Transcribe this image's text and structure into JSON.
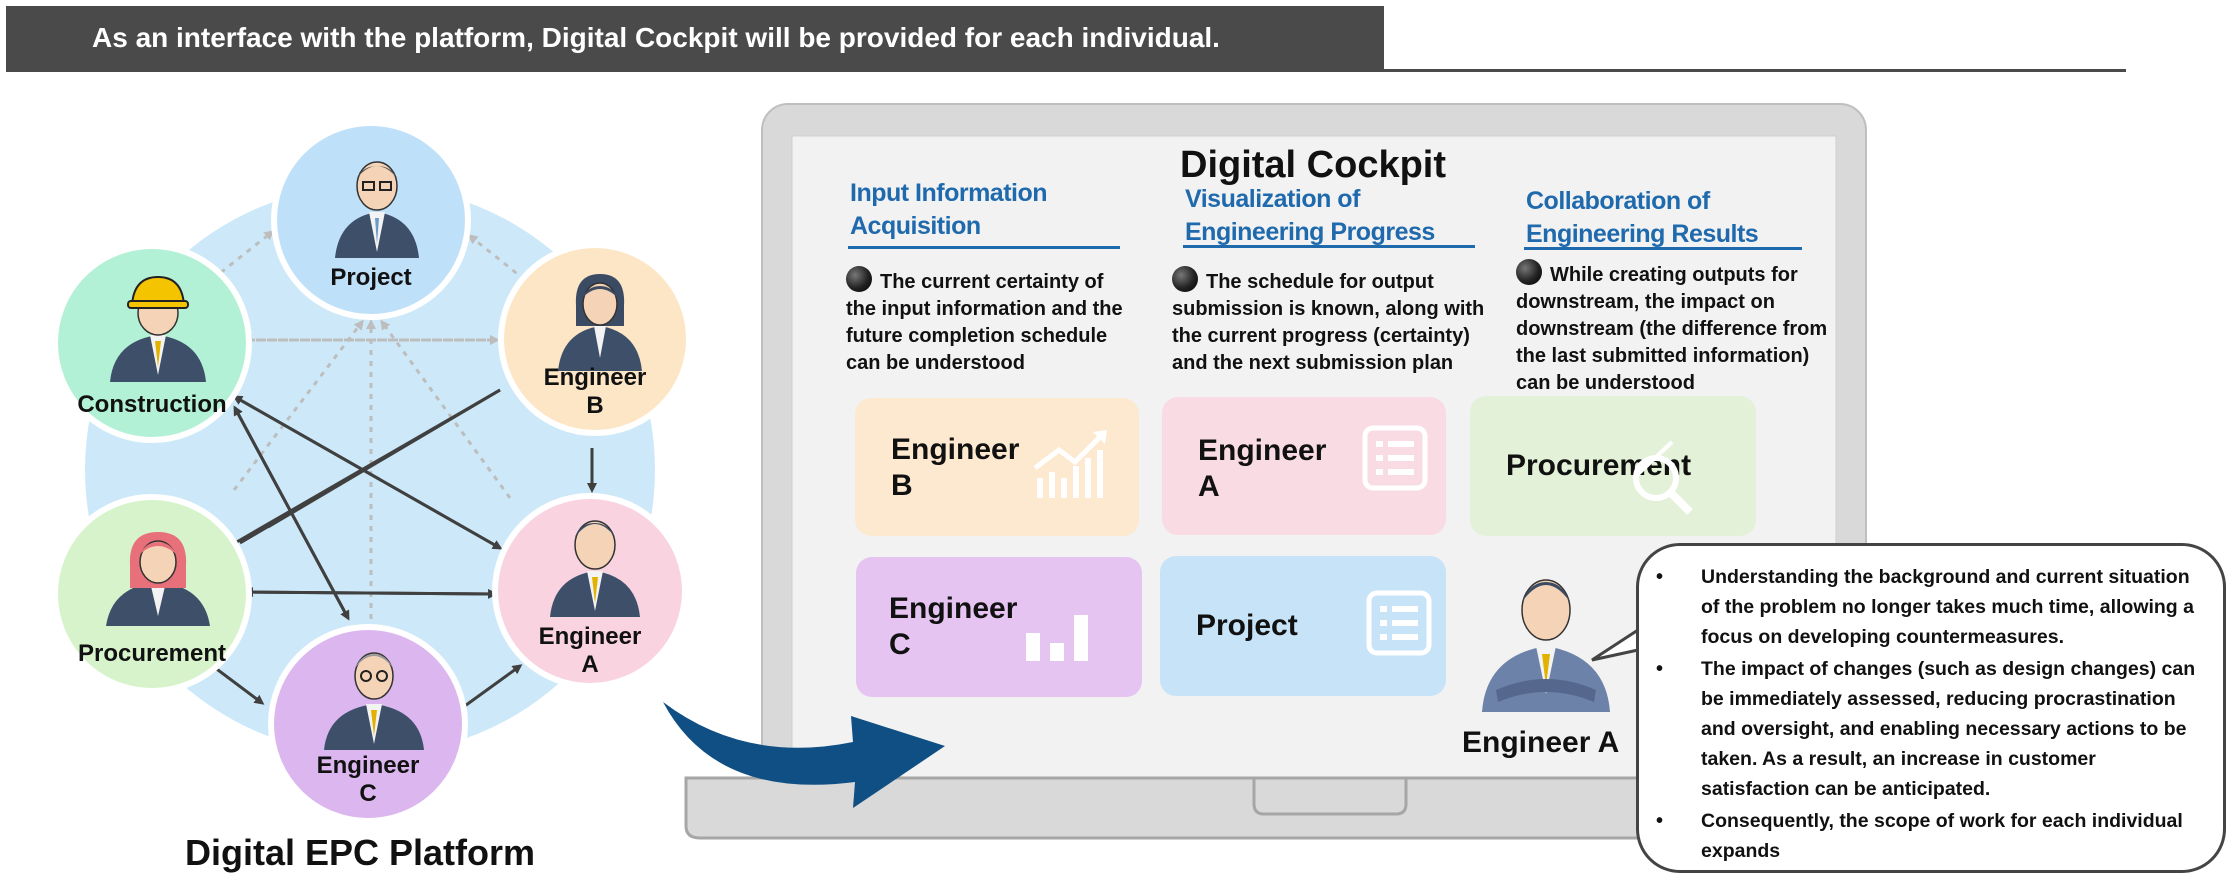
{
  "header": {
    "text": "As an interface with the platform, Digital Cockpit will be provided for each individual."
  },
  "platform": {
    "title": "Digital EPC Platform",
    "nodes": {
      "project": "Project",
      "engineer_b": "Engineer\nB",
      "engineer_a": "Engineer\nA",
      "engineer_c": "Engineer\nC",
      "procurement": "Procurement",
      "construction": "Construction"
    }
  },
  "cockpit": {
    "title": "Digital Cockpit",
    "columns": [
      {
        "title": "Input Information\nAcquisition",
        "description": "The current certainty of the input information and the future completion schedule can be understood"
      },
      {
        "title": "Visualization of\nEngineering Progress",
        "description": "The schedule for output submission is known, along with the current progress (certainty) and the next submission plan"
      },
      {
        "title": "Collaboration of\nEngineering Results",
        "description": "While creating outputs for downstream, the impact on downstream (the difference from the last submitted information) can be understood"
      }
    ],
    "cards": [
      {
        "label": "Engineer\nB",
        "color": "#fde9cf",
        "icon": "chart-line-icon"
      },
      {
        "label": "Engineer\nA",
        "color": "#f9dbe4",
        "icon": "list-icon"
      },
      {
        "label": "Procurement",
        "color": "#e3f1d8",
        "icon": "search-icon"
      },
      {
        "label": "Engineer\nC",
        "color": "#e5c4f1",
        "icon": "bar-chart-icon"
      },
      {
        "label": "Project",
        "color": "#c7e3f8",
        "icon": "list-icon"
      }
    ],
    "person_label": "Engineer A"
  },
  "callout": {
    "items": [
      "Understanding the background and current situation of the problem no longer takes much time, allowing a focus on developing countermeasures.",
      "The impact of changes (such as design changes) can be immediately assessed, reducing procrastination and oversight, and enabling necessary actions to be taken. As a result, an increase in customer satisfaction can be anticipated.",
      "Consequently, the scope of work for each individual expands"
    ]
  }
}
